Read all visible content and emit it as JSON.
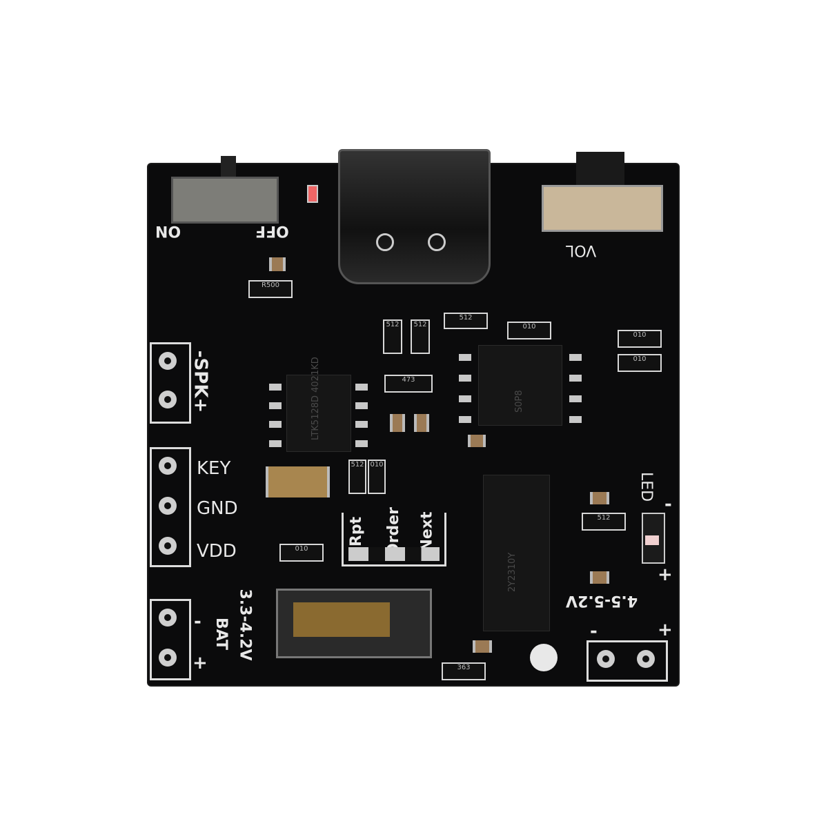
{
  "board": {
    "color": "#0b0b0c",
    "silkscreen_color": "#e8e8e8",
    "labels": {
      "on": "ON",
      "off": "OFF",
      "vol": "VOL",
      "spk": "-SPK+",
      "key": "KEY",
      "gnd": "GND",
      "vdd": "VDD",
      "rpt": "Rpt",
      "order": "Order",
      "next": "Next",
      "bat_voltage": "3.3-4.2V",
      "bat": "BAT",
      "bat_minus": "-",
      "bat_plus": "+",
      "usb_voltage": "4.5-5.2V",
      "usb_minus": "-",
      "usb_plus": "+",
      "led": "LED",
      "led_plus": "+",
      "led_minus": "-"
    },
    "chips": {
      "amp": "LTK5128D 4021KD",
      "mcu_top": "S0P8",
      "mcu_bottom": "2Y2310Y"
    },
    "resistors": [
      "512",
      "512",
      "512",
      "473",
      "512",
      "010",
      "010",
      "010",
      "010",
      "R500",
      "363",
      "512",
      "010"
    ]
  }
}
